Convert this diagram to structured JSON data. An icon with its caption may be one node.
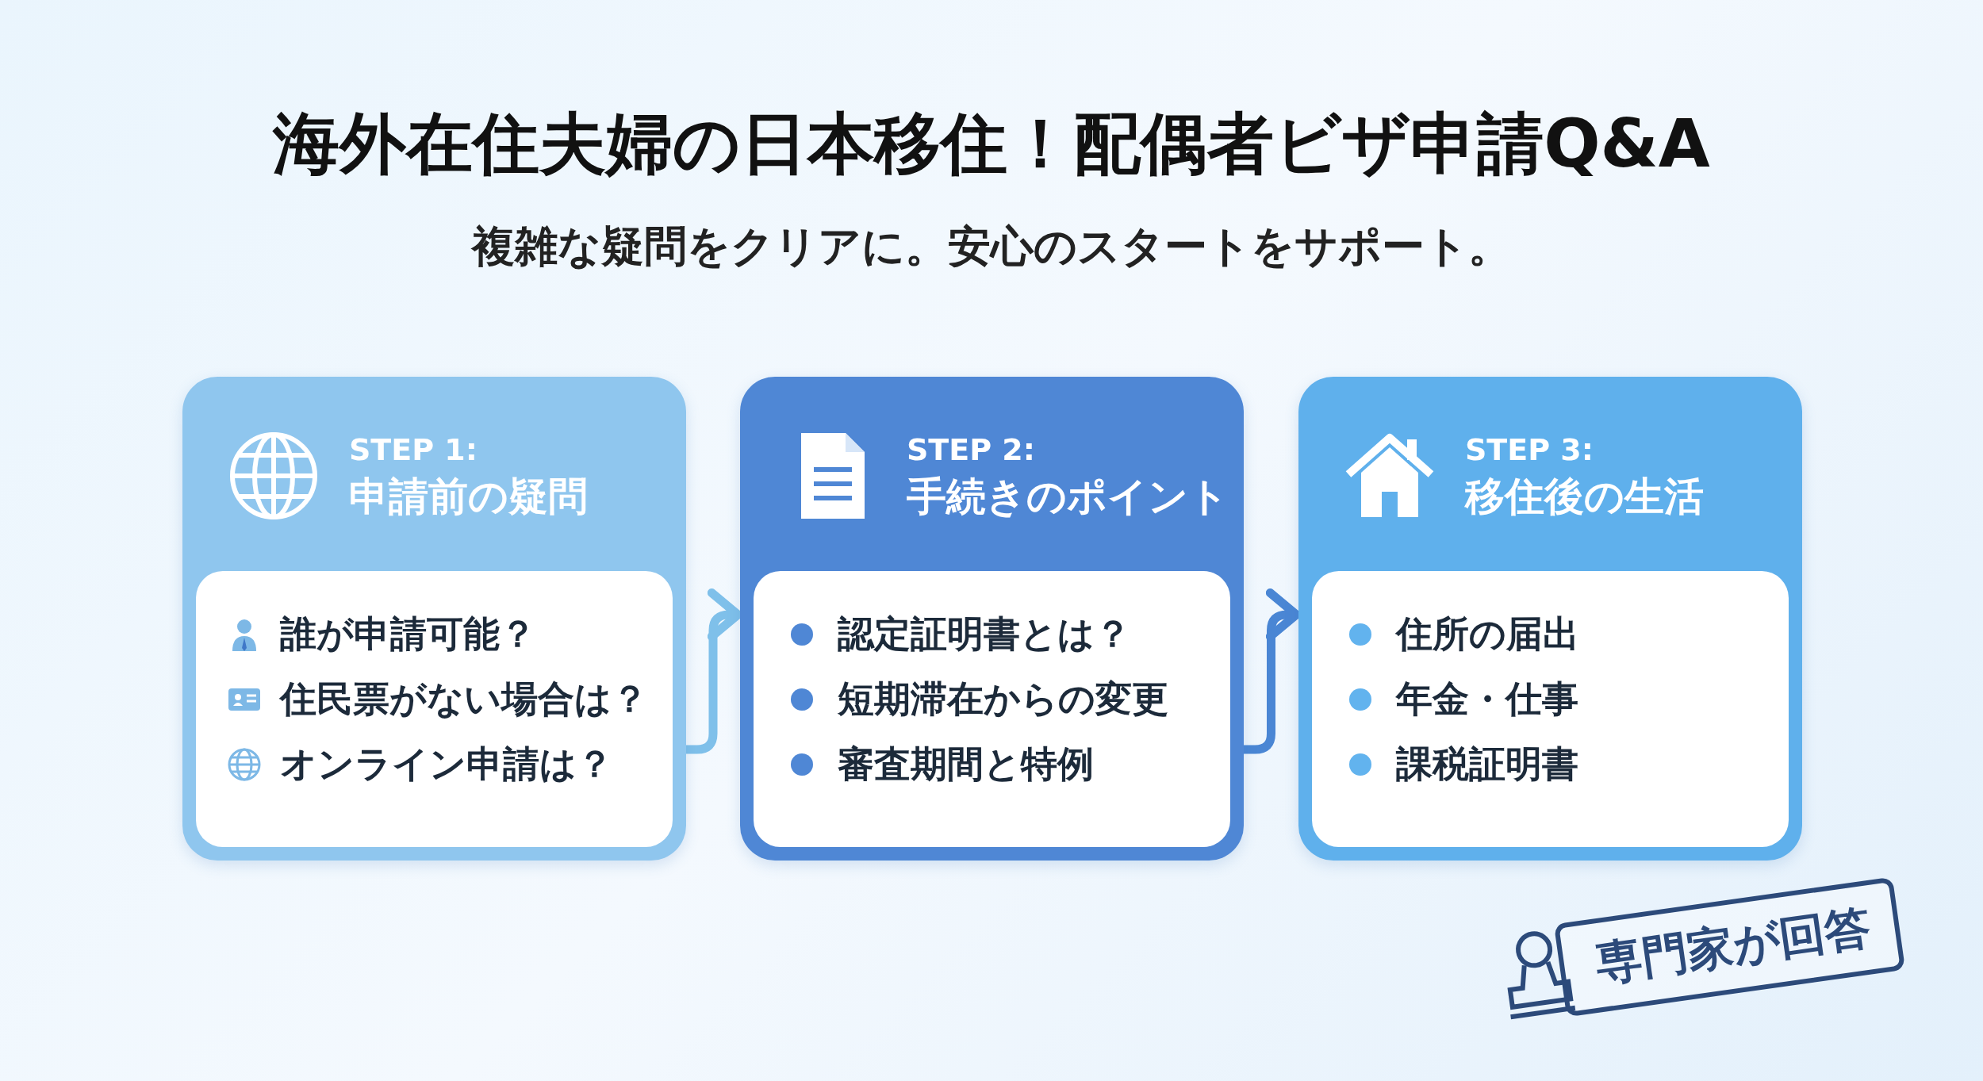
{
  "diagram": {
    "title": "海外在住夫婦の日本移住！配偶者ビザ申請Q&A",
    "nodes": [
      {
        "text": [
          "STEP 1:",
          "申請前の疑問",
          "誰が申請可能？",
          "住民票がない場合は？",
          "オンライン申請は？"
        ]
      },
      {
        "text": [
          "STEP 2:",
          "手続きのポイント",
          "認定証明書とは？",
          "短期滞在からの変更",
          "審査期間と特例"
        ]
      },
      {
        "text": [
          "STEP 3:",
          "移住後の生活",
          "住所の届出",
          "年金・仕事",
          "課税証明書"
        ]
      },
      {
        "text": [
          "専門家が回答"
        ]
      }
    ],
    "edges": [
      {
        "from": 0,
        "to": 1,
        "arrow": "to"
      },
      {
        "from": 1,
        "to": 2,
        "arrow": "to"
      }
    ],
    "labels": [
      "複雑な疑問をクリアに。安心のスタートをサポート。"
    ]
  }
}
